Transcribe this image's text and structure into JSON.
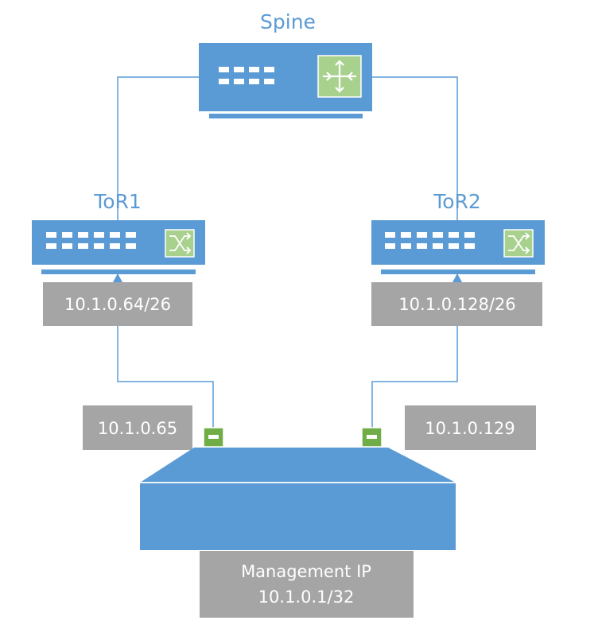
{
  "colors": {
    "accent_blue": "#5b9bd5",
    "title_blue": "#5b9bd5",
    "label_gray": "#a5a5a5",
    "label_text": "#ffffff",
    "icon_green": "#a9d18e",
    "port_green": "#70ad47",
    "line_blue": "#5b9bd5"
  },
  "devices": {
    "spine": {
      "label": "Spine",
      "icon": "router-icon"
    },
    "tor1": {
      "label": "ToR1",
      "icon": "switch-icon",
      "subnet": "10.1.0.64/26"
    },
    "tor2": {
      "label": "ToR2",
      "icon": "switch-icon",
      "subnet": "10.1.0.128/26"
    },
    "server": {
      "port_left_ip": "10.1.0.65",
      "port_right_ip": "10.1.0.129",
      "mgmt_line1": "Management IP",
      "mgmt_line2": "10.1.0.1/32"
    }
  }
}
